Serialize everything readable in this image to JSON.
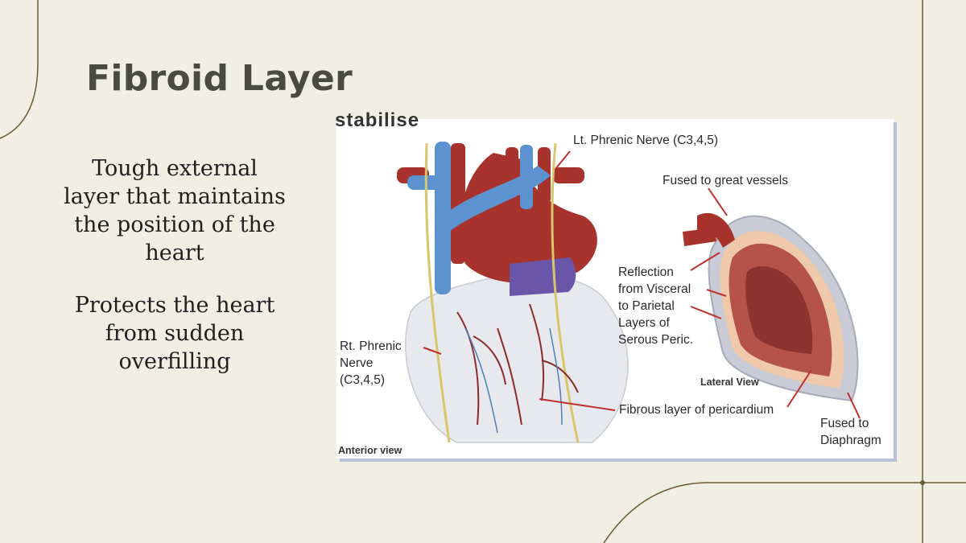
{
  "slide": {
    "title": "Fibroid Layer",
    "paragraphs": [
      "Tough external layer that maintains the position of the heart",
      "Protects the heart from sudden overfilling"
    ]
  },
  "figure": {
    "cut_word": "stabilise",
    "labels": {
      "lt_phrenic": "Lt. Phrenic Nerve (C3,4,5)",
      "fused_vessels": "Fused to great vessels",
      "reflection": "Reflection\nfrom Visceral\nto Parietal\nLayers of\nSerous Peric.",
      "rt_phrenic": "Rt. Phrenic\nNerve\n(C3,4,5)",
      "lateral_view": "Lateral View",
      "fibrous_layer": "Fibrous layer of pericardium",
      "fused_diaphragm": "Fused to\nDiaphragm",
      "anterior_view": "Anterior view"
    }
  },
  "colors": {
    "background": "#f1eee4",
    "title": "#494a40",
    "deco_line": "#6b5a2e",
    "artery": "#b2372f",
    "vein": "#4f8fcf",
    "nerve": "#d9c56a"
  }
}
